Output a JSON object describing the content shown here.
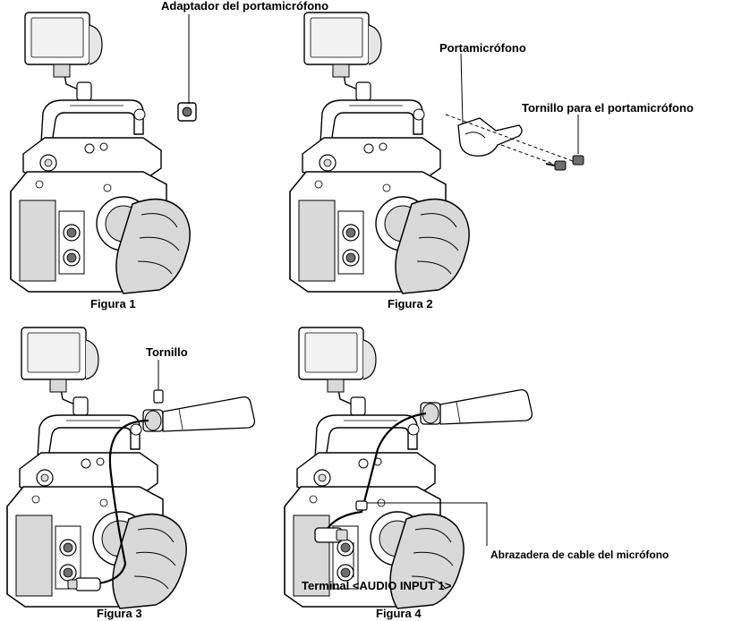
{
  "figures": [
    {
      "caption": "Figura 1",
      "callouts": [
        "Adaptador del portamicrófono"
      ]
    },
    {
      "caption": "Figura 2",
      "callouts": [
        "Portamicrófono",
        "Tornillo para el portamicrófono"
      ]
    },
    {
      "caption": "Figura 3",
      "callouts": [
        "Tornillo"
      ]
    },
    {
      "caption": "Figura 4",
      "callouts": [
        "Abrazadera de cable del micrófono",
        "Terminal <AUDIO INPUT 1>"
      ]
    }
  ],
  "colors": {
    "line": "#000000",
    "shade": "#d9d9d9",
    "dark": "#6e6e6e",
    "background": "#ffffff"
  }
}
